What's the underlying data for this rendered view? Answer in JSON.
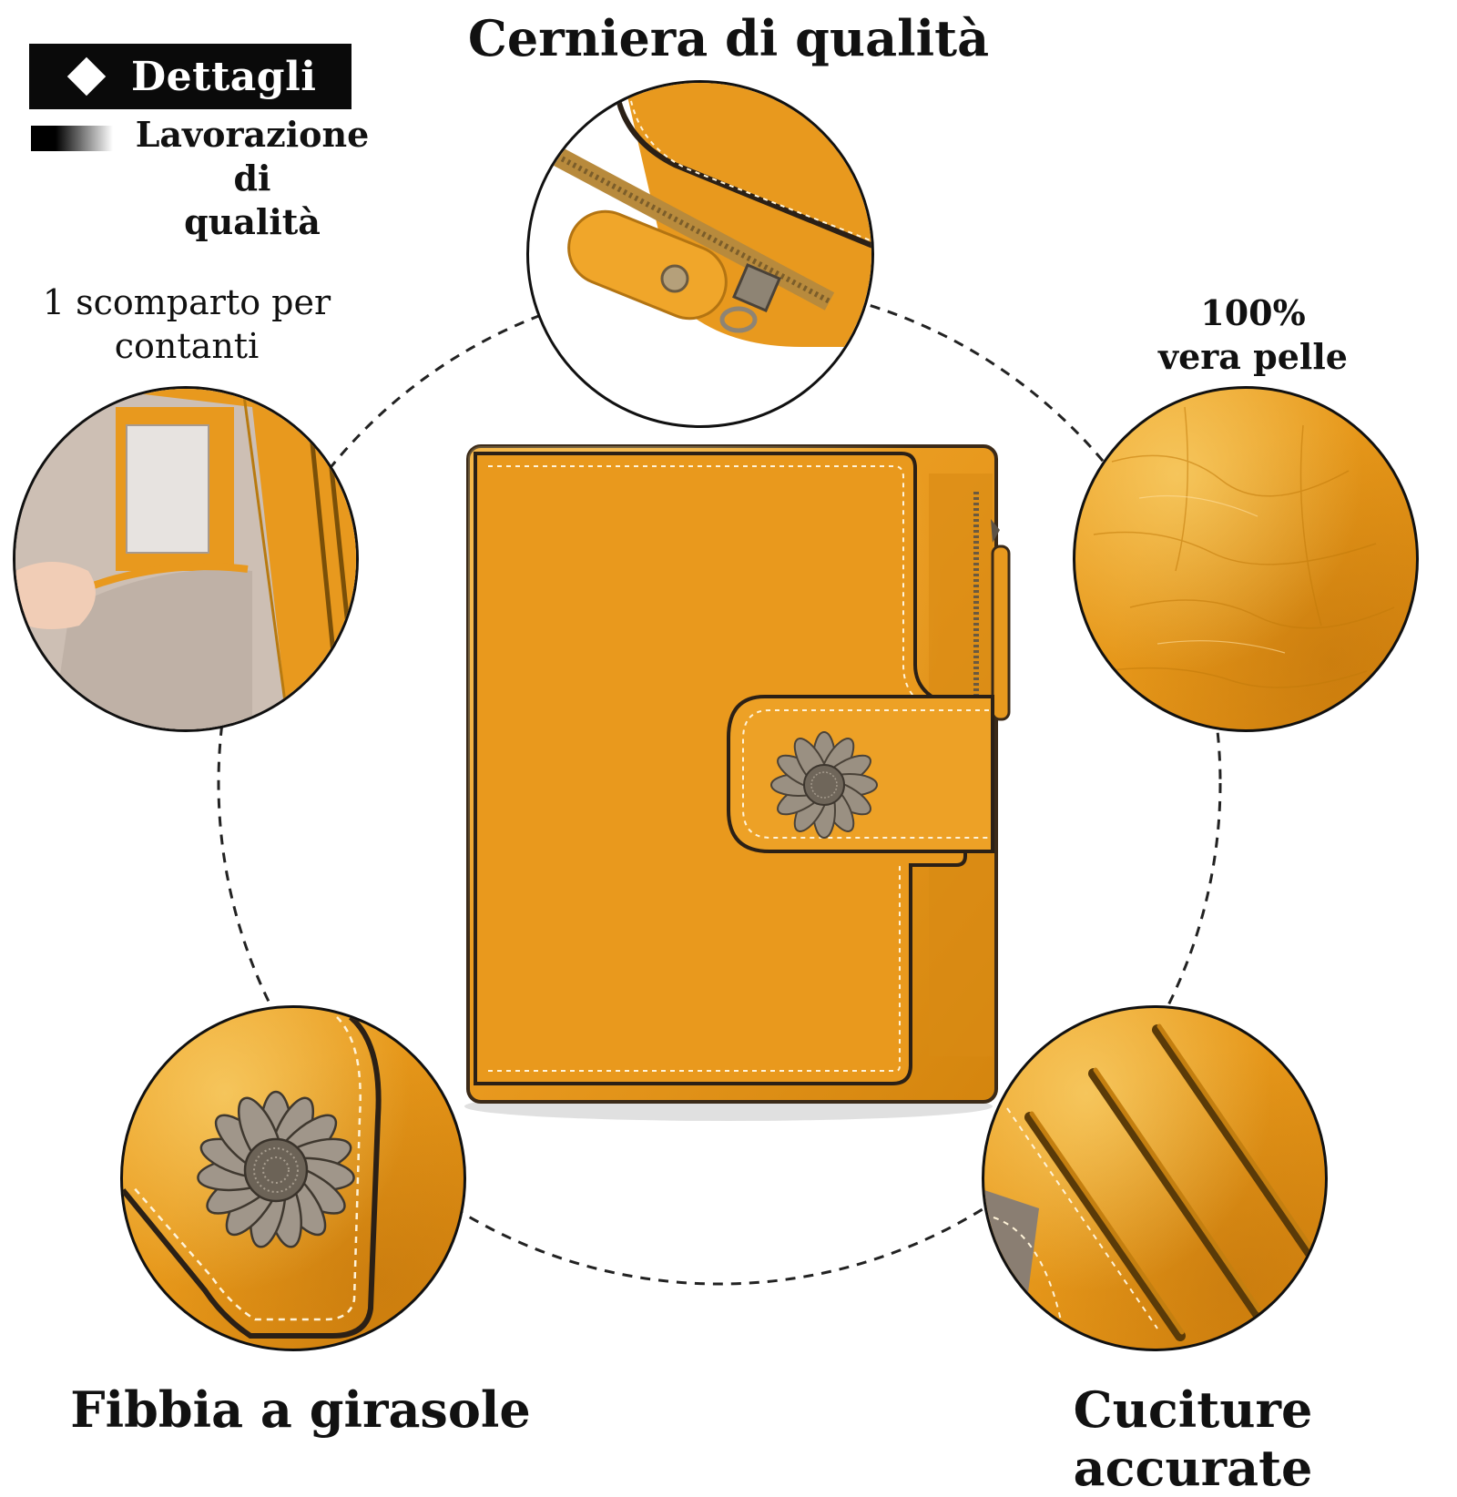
{
  "header": {
    "badge_label": "Dettagli",
    "subtitle_line1": "Lavorazione di",
    "subtitle_line2": "qualità"
  },
  "callouts": {
    "zipper": "Cerniera di qualità",
    "cash_line1": "1 scomparto per",
    "cash_line2": "contanti",
    "leather_line1": "100%",
    "leather_line2": "vera pelle",
    "buckle": "Fibbia a girasole",
    "stitching": "Cuciture accurate"
  },
  "colors": {
    "leather": "#e8991e",
    "leather_dark": "#c77d0c",
    "edge": "#2b2016",
    "lining": "#cfc4bb",
    "metal": "#8a8072"
  },
  "icons": [
    "diamond-icon",
    "sunflower-button-icon"
  ]
}
